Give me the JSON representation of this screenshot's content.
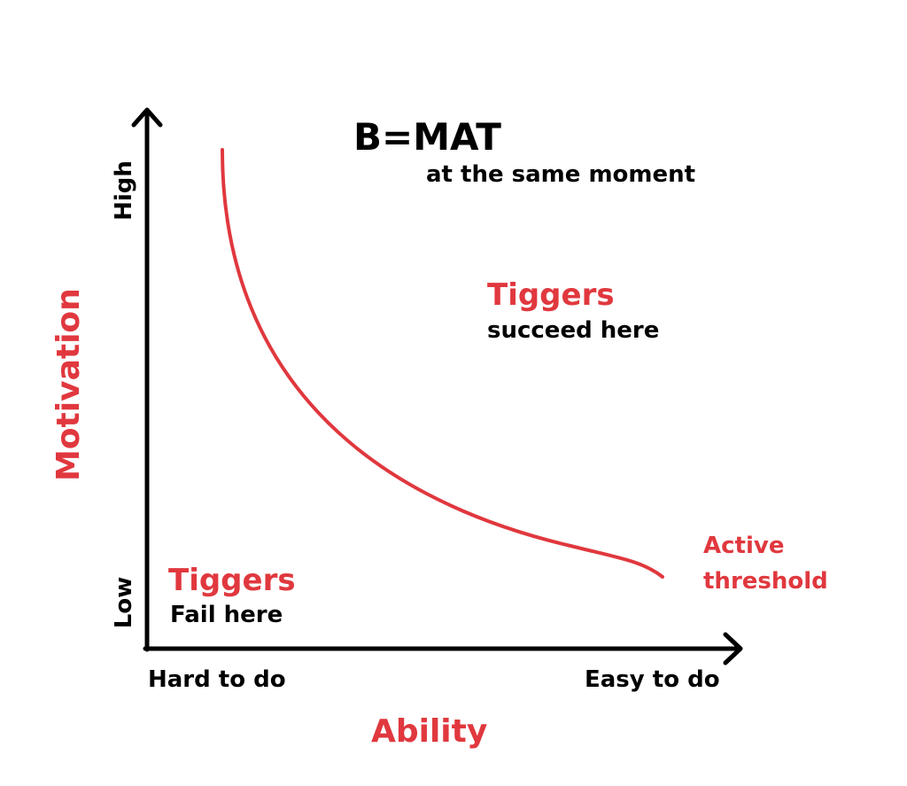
{
  "title": "B=MAT",
  "subtitle": "at the same moment",
  "axes": {
    "y_label": "Motivation",
    "y_high": "High",
    "y_low": "Low",
    "x_label": "Ability",
    "x_low": "Hard to do",
    "x_high": "Easy to do"
  },
  "regions": {
    "above": {
      "heading": "Tiggers",
      "text": "succeed here"
    },
    "below": {
      "heading": "Tiggers",
      "text": "Fail here"
    }
  },
  "threshold": {
    "line1": "Active",
    "line2": "threshold"
  },
  "colors": {
    "accent": "#e0383e",
    "ink": "#000000"
  }
}
